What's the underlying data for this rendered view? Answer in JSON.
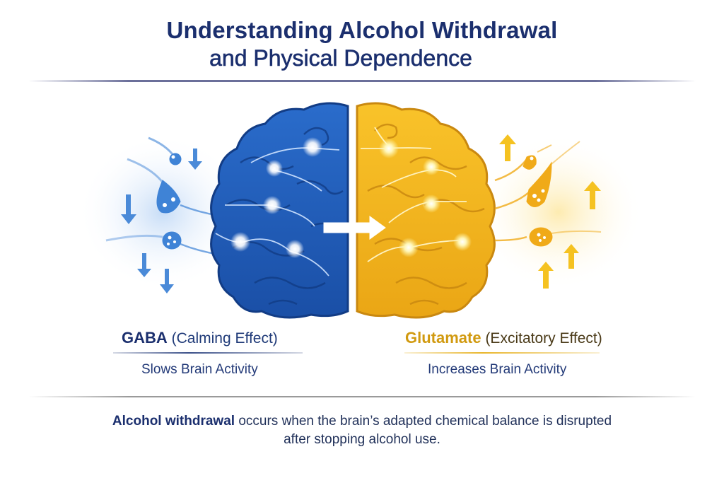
{
  "title": {
    "line1": "Understanding Alcohol Withdrawal",
    "line2": "and Physical Dependence"
  },
  "diagram": {
    "left_brain": {
      "color": "#1f5bb5",
      "theme": "GABA",
      "arrows": "down"
    },
    "right_brain": {
      "color": "#f2b51c",
      "theme": "Glutamate",
      "arrows": "up"
    },
    "center_arrow": "right-arrow",
    "icons": [
      "brain-left-icon",
      "brain-right-icon",
      "neuron-icon",
      "arrow-down-icon",
      "arrow-up-icon",
      "arrow-right-icon"
    ]
  },
  "left_panel": {
    "name": "GABA",
    "effect": "(Calming Effect)",
    "description": "Slows Brain Activity"
  },
  "right_panel": {
    "name": "Glutamate",
    "effect": "(Excitatory Effect)",
    "description": "Increases Brain Activity"
  },
  "footer": {
    "bold": "Alcohol withdrawal",
    "text1": " occurs when the brain’s adapted chemical balance is disrupted",
    "text2": "after stopping alcohol use."
  },
  "colors": {
    "title": "#1b2f6e",
    "gaba_blue": "#1f5bb5",
    "glutamate_gold": "#f2b51c"
  }
}
